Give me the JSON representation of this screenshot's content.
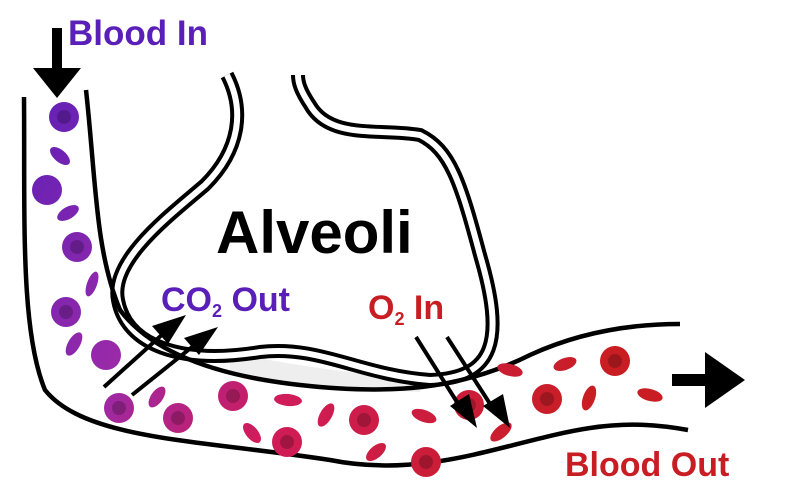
{
  "labels": {
    "blood_in": "Blood In",
    "alveoli": "Alveoli",
    "co2_main": "CO",
    "co2_sub": "2",
    "co2_suffix": " Out",
    "o2_main": "O",
    "o2_sub": "2",
    "o2_suffix": " In",
    "blood_out": "Blood Out"
  },
  "colors": {
    "deoxygenated": "#5a1fb8",
    "oxygenated": "#c81e23",
    "outline": "#000000",
    "alveolus_fill": "#eeeeee"
  }
}
